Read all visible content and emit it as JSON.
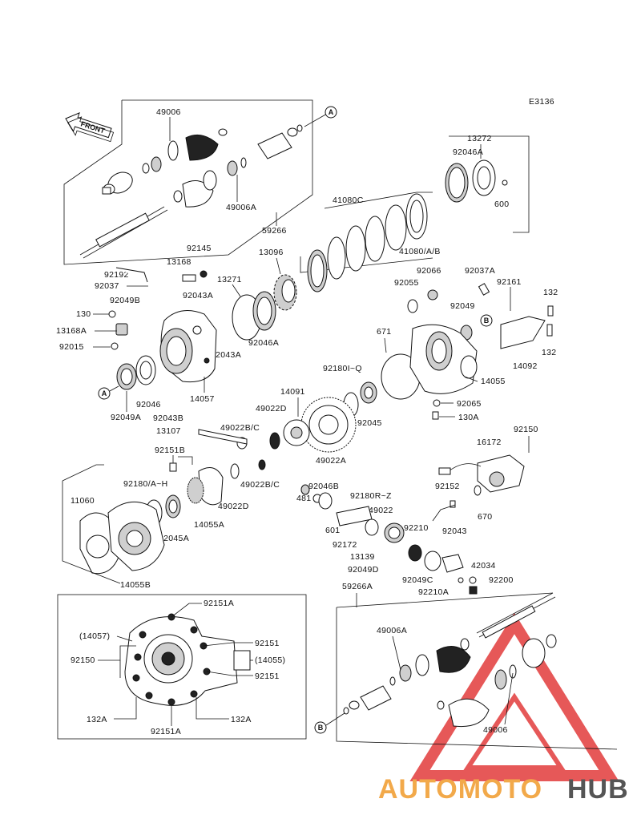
{
  "diagram_code": "E3136",
  "front_label": "FRONT",
  "watermark": {
    "part1": "AUTOMOTO",
    "part2": "HUB",
    "color1": "#f2a94a",
    "color2": "#555555",
    "triangle_color": "#e23b3b"
  },
  "refs": {
    "A": "A",
    "B": "B"
  },
  "labels": {
    "l49006_top": "49006",
    "l49006a_top": "49006A",
    "l59266": "59266",
    "l92046a_top": "92046A",
    "l13272": "13272",
    "l600": "600",
    "l41080c": "41080C",
    "l41080abb": "41080/A/B",
    "l13096": "13096",
    "l92145": "92145",
    "l13168": "13168",
    "l92192": "92192",
    "l92037": "92037",
    "l13271": "13271",
    "l92043a_1": "92043A",
    "l92049b": "92049B",
    "l130": "130",
    "l13168a": "13168A",
    "l92015": "92015",
    "l92043a_2": "92043A",
    "l92046a_mid": "92046A",
    "l92066": "92066",
    "l92037a": "92037A",
    "l92055": "92055",
    "l92161": "92161",
    "l132_top": "132",
    "l92049": "92049",
    "l671": "671",
    "l132_mid": "132",
    "l92180iq": "92180I~Q",
    "l14055": "14055",
    "l14092": "14092",
    "l92065": "92065",
    "l130a": "130A",
    "l92046": "92046",
    "l14057": "14057",
    "l92049a": "92049A",
    "l14091": "14091",
    "l49022d_top": "49022D",
    "l92043b": "92043B",
    "l49022bc_1": "49022B/C",
    "l13107": "13107",
    "l92045": "92045",
    "l49022a": "49022A",
    "l92150_r": "92150",
    "l16172": "16172",
    "l92151b": "92151B",
    "l49022bc_2": "49022B/C",
    "l92180ah": "92180/A~H",
    "l49022d_mid": "49022D",
    "l11060": "11060",
    "l92045a": "92045A",
    "l14055a": "14055A",
    "l92046b": "92046B",
    "l481": "481",
    "l92180rz": "92180R~Z",
    "l49022": "49022",
    "l92152": "92152",
    "l670": "670",
    "l601": "601",
    "l92210": "92210",
    "l92043": "92043",
    "l92172": "92172",
    "l13139": "13139",
    "l42034": "42034",
    "l92049d": "92049D",
    "l92049c": "92049C",
    "l92200": "92200",
    "l92210a": "92210A",
    "l14055b": "14055B",
    "l92151a_top": "92151A",
    "l14057_box": "(14057)",
    "l92151_1": "92151",
    "l92150_box": "92150",
    "l14055_box": "(14055)",
    "l92151_2": "92151",
    "l132a_l": "132A",
    "l132a_r": "132A",
    "l92151a_bot": "92151A",
    "l59266a": "59266A",
    "l49006a_bot": "49006A",
    "l49006_bot": "49006"
  }
}
